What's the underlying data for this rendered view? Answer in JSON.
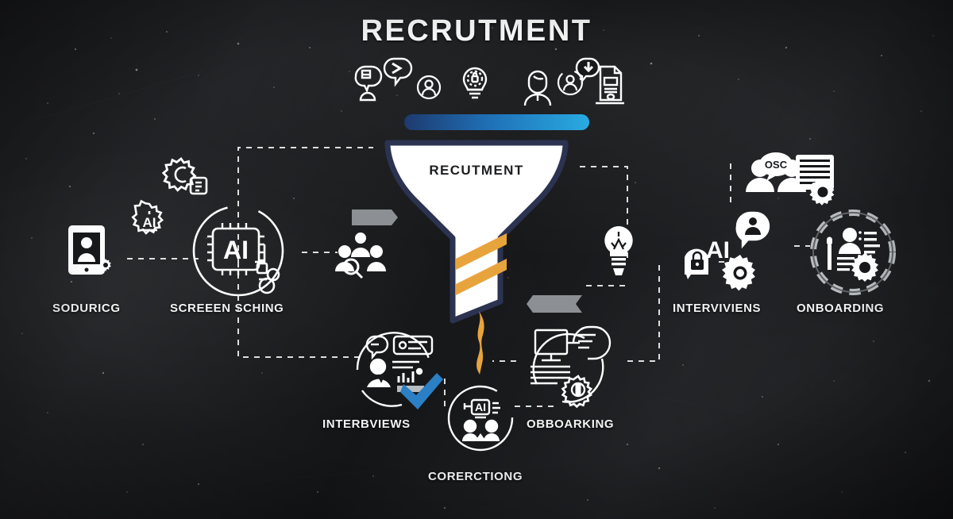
{
  "page": {
    "title": "RECRUTMENT",
    "theme": "dark-chalkboard-infographic",
    "background_color": "#17181a"
  },
  "funnel": {
    "label": "RECUTMENT",
    "fill_color": "#ffffff",
    "outline_color": "#2b3350",
    "stripe_color": "#e8a43c",
    "drip_color": "#e8a43c"
  },
  "progress_bar": {
    "gradient_from": "#1e3a6e",
    "gradient_to": "#29abe2"
  },
  "top_icons": [
    {
      "name": "person-in-chat-bubble-icon",
      "label": "person-chat"
    },
    {
      "name": "speech-bubble-arrow-icon",
      "label": "message"
    },
    {
      "name": "user-avatar-circle-icon",
      "label": "avatar"
    },
    {
      "name": "lightbulb-lock-icon",
      "label": "secure-idea"
    },
    {
      "name": "person-profile-icon",
      "label": "candidate"
    },
    {
      "name": "avatar-refresh-icon",
      "label": "re-engage"
    },
    {
      "name": "document-server-icon",
      "label": "records"
    }
  ],
  "stages": [
    {
      "id": "sourcing",
      "label": "SODURICG",
      "icons": [
        "tablet-profile-icon",
        "gear-small-icon",
        "gear-cloud-icon",
        "gear-ai-icon"
      ]
    },
    {
      "id": "screening",
      "label": "SCREEEN SCHING",
      "icons": [
        "ai-chip-circle-icon",
        "lock-badge-icon",
        "user-badge-icon"
      ]
    },
    {
      "id": "interviews-right",
      "label": "INTERVIVIENS",
      "icons": [
        "team-chat-osc-icon",
        "document-lines-icon",
        "gear-icon",
        "ai-text-icon",
        "lock-head-icon",
        "avatar-bubble-icon"
      ]
    },
    {
      "id": "onboarding-right",
      "label": "ONBOARDING",
      "icons": [
        "dashed-ring-person-gear-icon"
      ]
    },
    {
      "id": "interviews-bottom",
      "label": "INTERBVIEWS",
      "icons": [
        "interview-dashboard-icon",
        "blue-checkmark-icon"
      ]
    },
    {
      "id": "offboarding-bottom",
      "label": "OBBOARKING",
      "icons": [
        "monitor-gear-circle-icon"
      ]
    },
    {
      "id": "correcting",
      "label": "CORERCTIONG",
      "icons": [
        "ai-meeting-circle-icon"
      ]
    }
  ],
  "center_icons": [
    {
      "name": "people-group-search-icon",
      "label": "candidate-pool"
    },
    {
      "name": "lightbulb-icon",
      "label": "idea"
    }
  ],
  "speech_bubble_text": "OSC",
  "chip_text": "AI",
  "colors": {
    "accent_blue": "#2b7fc4",
    "accent_orange": "#e8a43c",
    "line": "#ffffff",
    "text": "#f2f3f3"
  }
}
